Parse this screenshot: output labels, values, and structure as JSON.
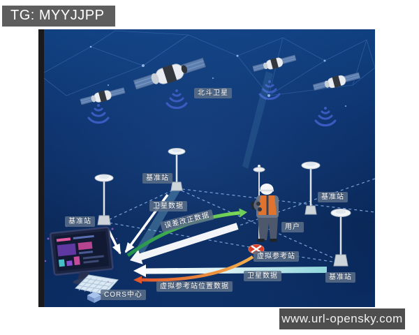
{
  "badges": {
    "tg": "TG: MYYJJPP",
    "watermark": "www.url-opensky.com"
  },
  "diagram": {
    "title_label": "北斗卫星",
    "labels": {
      "satellite": "北斗卫星",
      "base_station": "基准站",
      "satellite_data": "卫星数据",
      "correction_data": "误差改正数据",
      "user": "用户",
      "virtual_ref_station": "虚拟参考站",
      "virtual_ref_position_data": "虚拟参考站位置数据",
      "cors_center": "CORS中心"
    },
    "node_counts": {
      "satellites": 4,
      "base_stations": 4,
      "users": 1
    },
    "colors": {
      "background_navy": "#0a2c62",
      "label_bg": "#5a6e88",
      "green_arrow": "#4db54f",
      "orange_arrow": "#e2582a",
      "teal_beam": "#7fd4d9",
      "white_arrow": "#ffffff",
      "red_marker": "#d8402a",
      "signal_blue": "#3b5bc0"
    }
  }
}
